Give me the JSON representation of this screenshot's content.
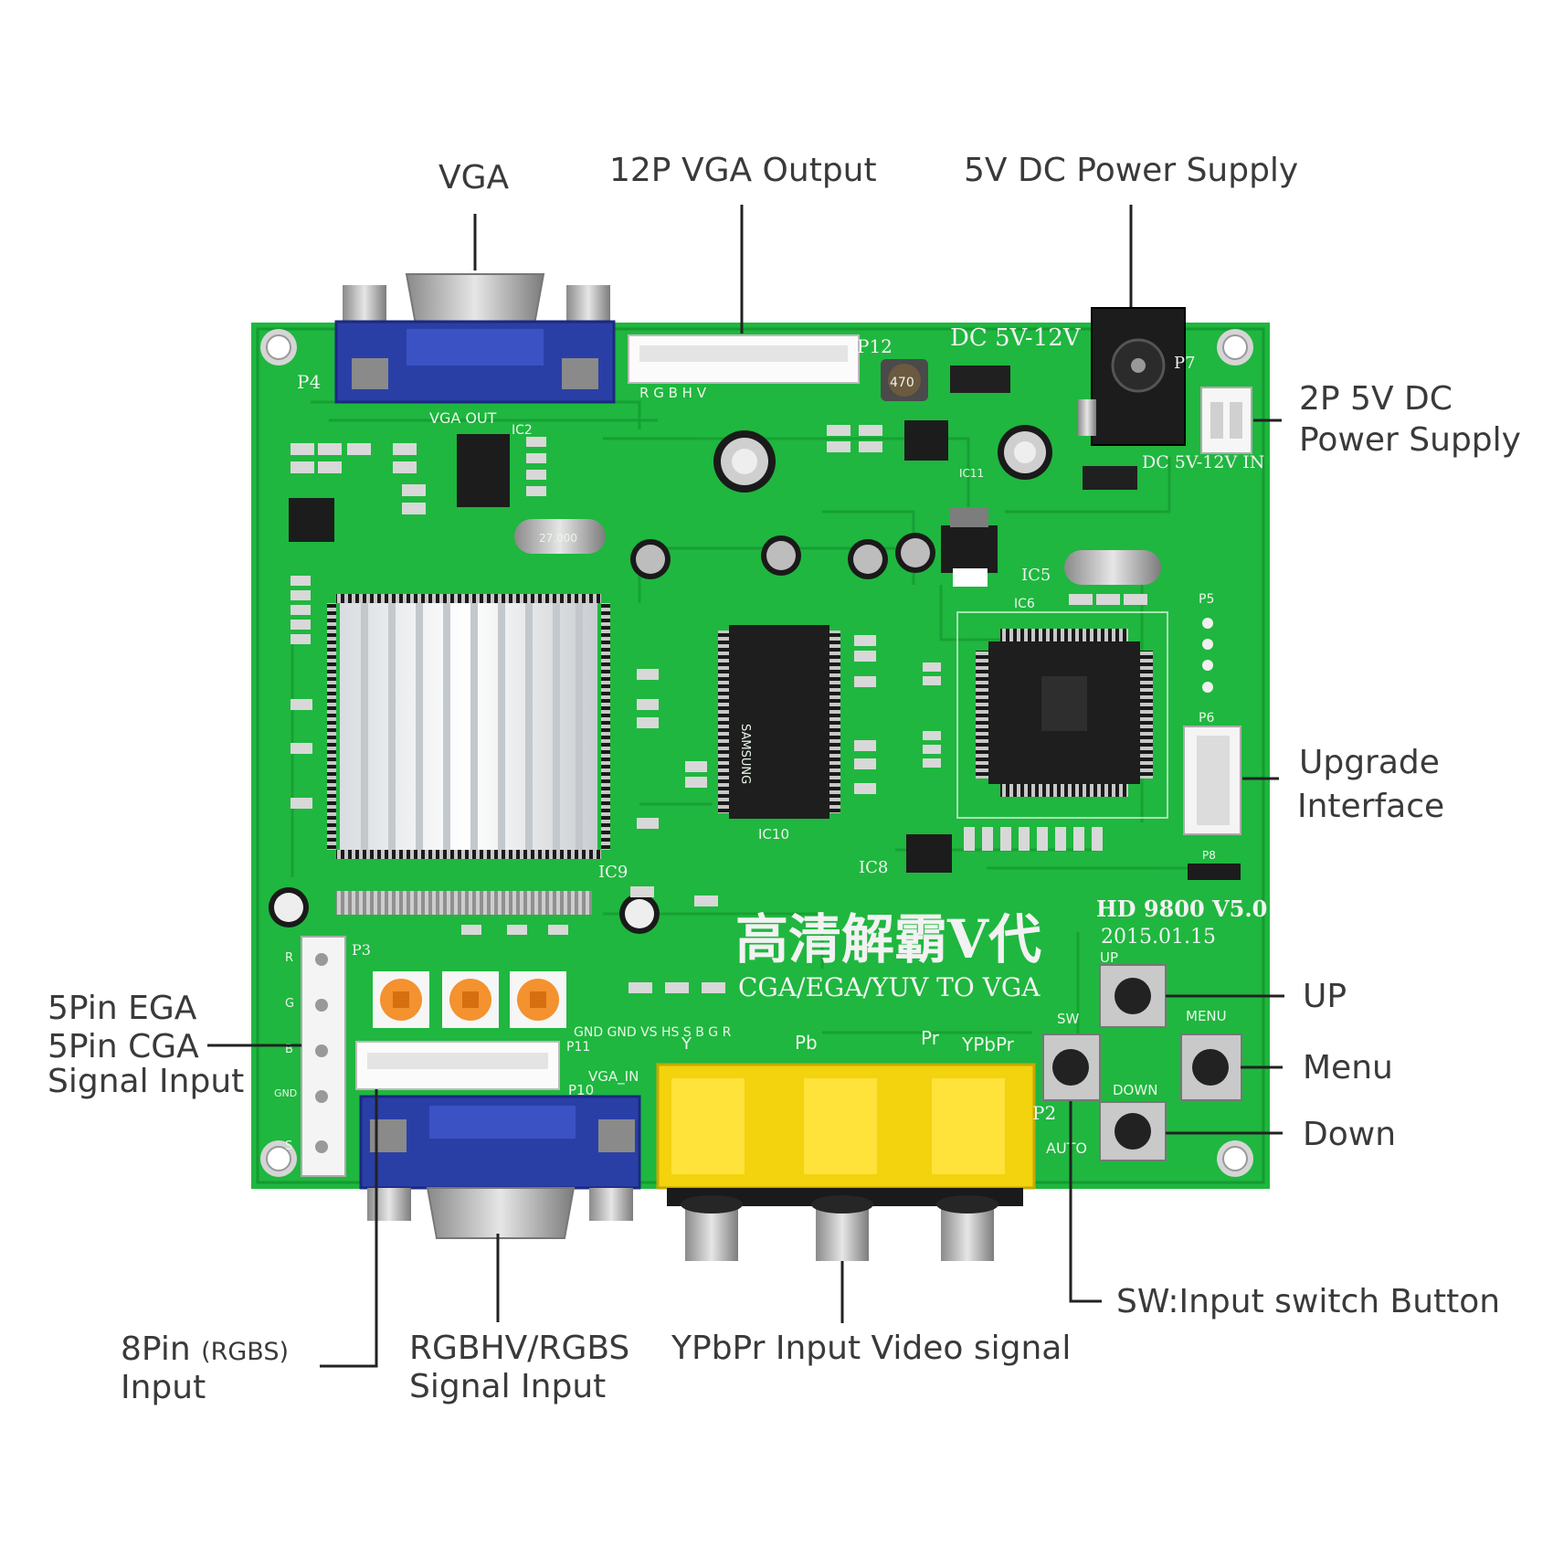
{
  "labels": {
    "vga": "VGA",
    "vga_output": "12P VGA Output",
    "power_supply": "5V DC Power Supply",
    "power_2p_line1": "2P 5V DC",
    "power_2p_line2": "Power Supply",
    "upgrade_line1": "Upgrade",
    "upgrade_line2": "Interface",
    "up": "UP",
    "menu": "Menu",
    "down": "Down",
    "ega_line1": "5Pin EGA",
    "ega_line2": "5Pin CGA",
    "ega_line3": "Signal Input",
    "sw": "SW:Input switch Button",
    "rgbs_pin": "8Pin",
    "rgbs_paren": "(RGBS)",
    "rgbs_input": "Input",
    "rgbhv_line1": "RGBHV/RGBS",
    "rgbhv_line2": "Signal Input",
    "ypbpr": "YPbPr Input Video signal"
  },
  "board": {
    "dc_range": "DC 5V-12V",
    "dc_in": "DC 5V-12V IN",
    "model": "HD 9800 V5.0",
    "date": "2015.01.15",
    "chinese": "高清解霸V代",
    "convert": "CGA/EGA/YUV TO VGA",
    "vga_out": "VGA OUT",
    "vga_in": "VGA_IN",
    "chip_ic10": "SAMSUNG",
    "p12": "P12",
    "p7": "P7",
    "p4": "P4",
    "p3": "P3",
    "p2": "P2",
    "p10": "P10",
    "p11": "P11",
    "p5": "P5",
    "p6": "P6",
    "p8": "P8",
    "ic2": "IC2",
    "ic5": "IC5",
    "ic6": "IC6",
    "ic8": "IC8",
    "ic9": "IC9",
    "ic10": "IC10",
    "ic11": "IC11",
    "pins_out": "R  G  B  H  V",
    "pins_in": "GND GND VS HS S B G R",
    "btn_up": "UP",
    "btn_menu": "MENU",
    "btn_down": "DOWN",
    "btn_sw": "SW",
    "btn_auto": "AUTO",
    "rca_y": "Y",
    "rca_pb": "Pb",
    "rca_pr": "Pr",
    "rca_ypbpr": "YPbPr",
    "inductor": "470",
    "crystal": "27.000",
    "ega_pins": [
      "R",
      "G",
      "B",
      "GND",
      "S"
    ]
  },
  "colors": {
    "pcb": "#1fb73f",
    "pcb_dark": "#159a31",
    "vga_blue": "#2a3fa6",
    "rca_yellow": "#f3d20e",
    "label_text": "#3a3a3a",
    "leader": "#222222"
  }
}
